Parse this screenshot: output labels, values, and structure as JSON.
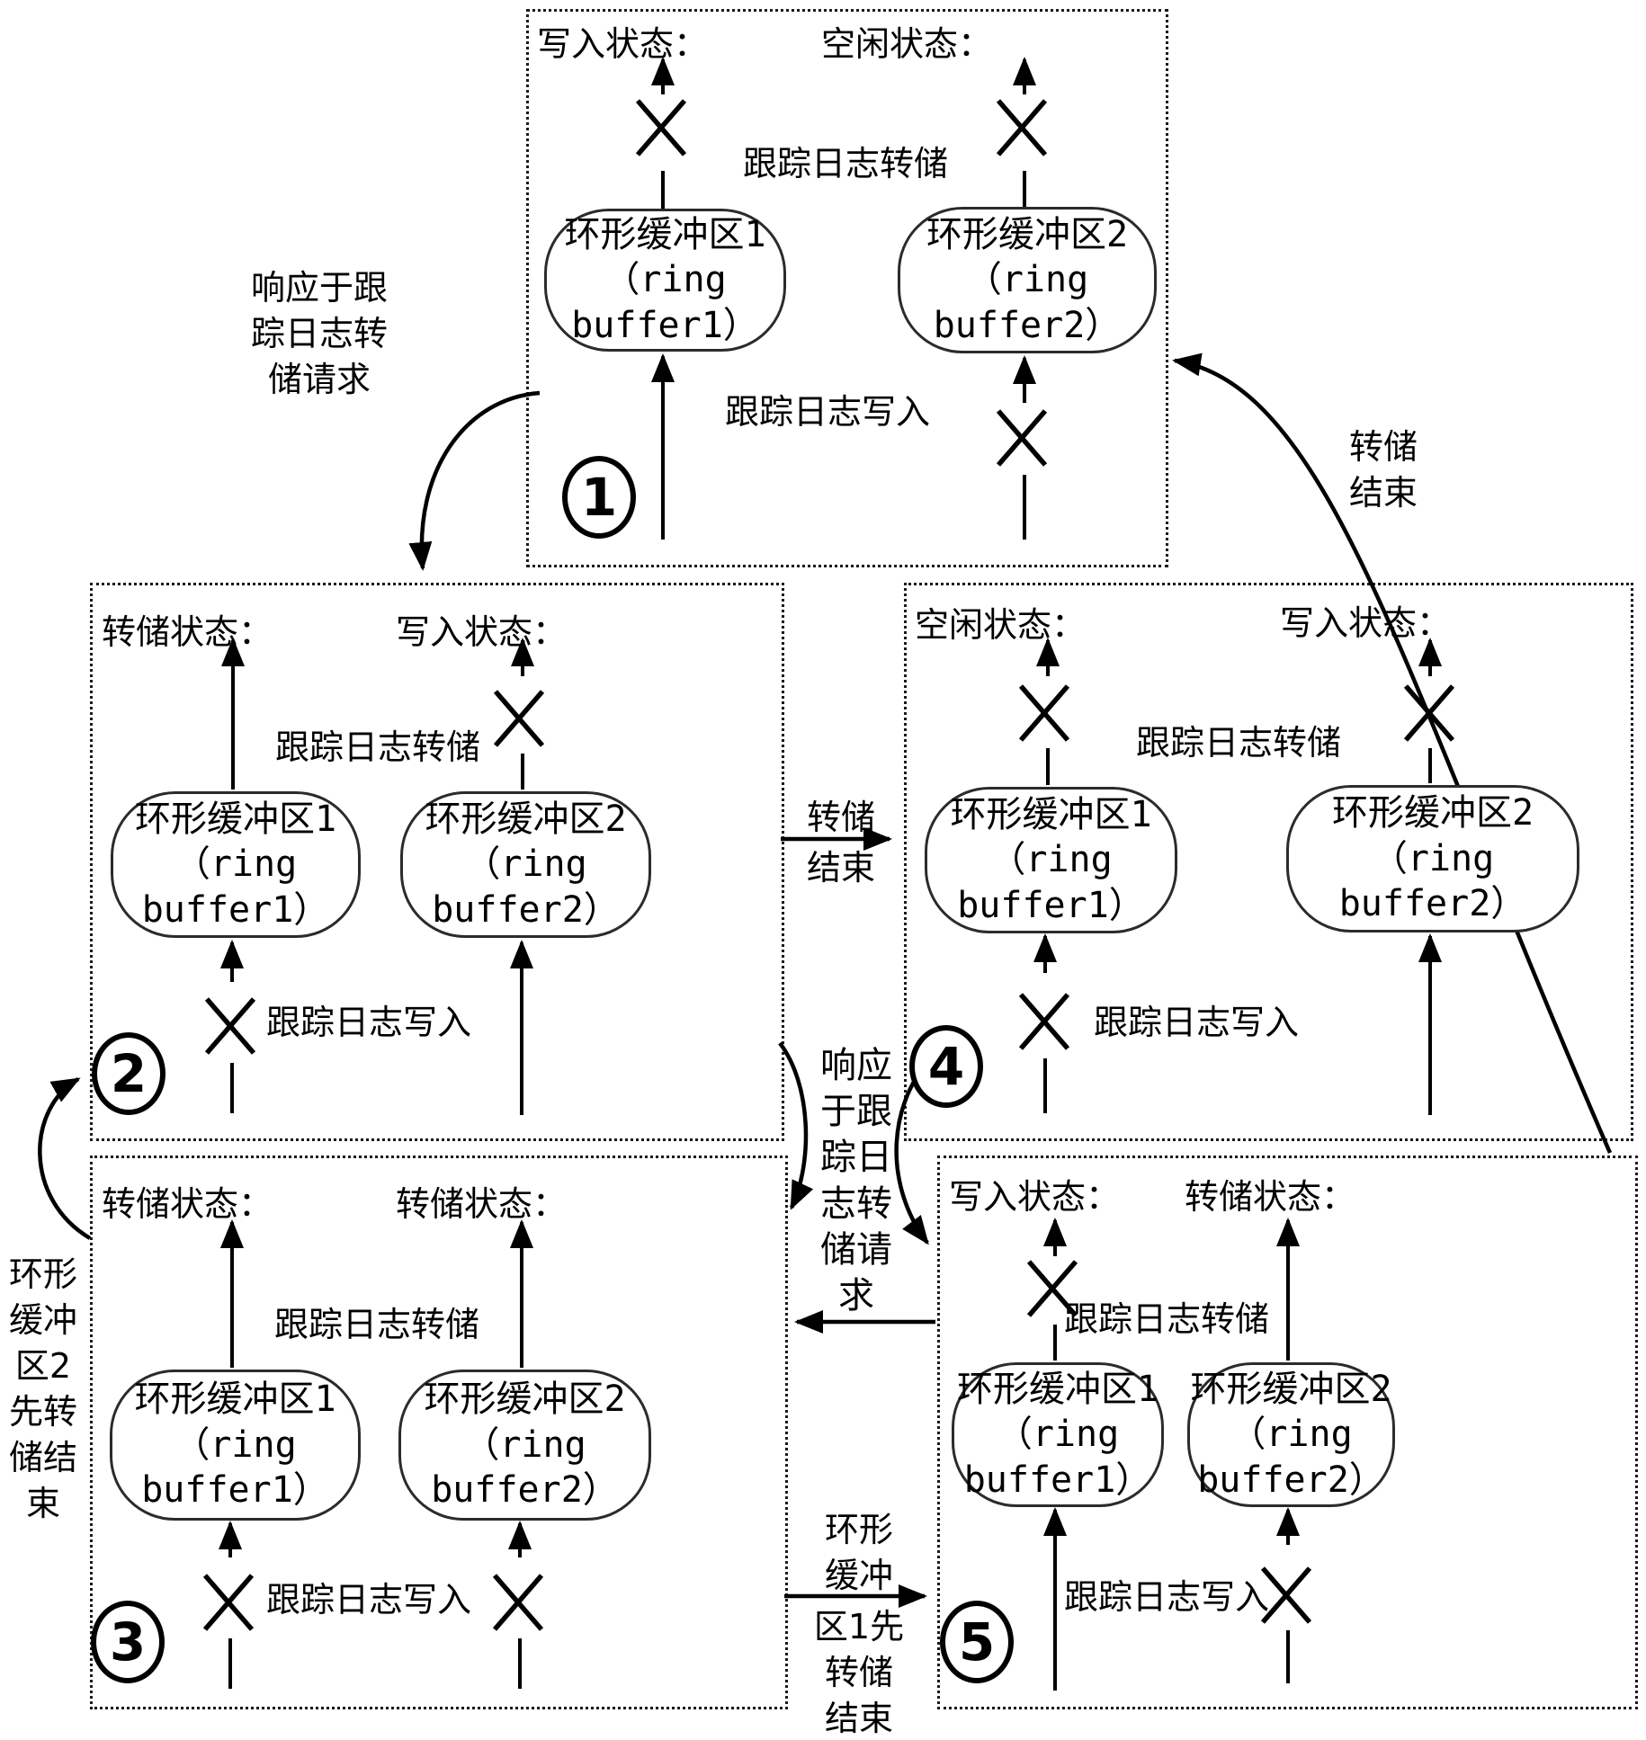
{
  "panels": [
    {
      "number": "1",
      "left_state": "写入状态：",
      "right_state": "空闲状态：",
      "dump_label": "跟踪日志转储",
      "write_label": "跟踪日志写入",
      "buffer1": "环形缓冲区1\n（ring\nbuffer1）",
      "buffer2": "环形缓冲区2\n（ring\nbuffer2）"
    },
    {
      "number": "2",
      "left_state": "转储状态：",
      "right_state": "写入状态：",
      "dump_label": "跟踪日志转储",
      "write_label": "跟踪日志写入",
      "buffer1": "环形缓冲区1\n（ring\nbuffer1）",
      "buffer2": "环形缓冲区2\n（ring\nbuffer2）"
    },
    {
      "number": "3",
      "left_state": "转储状态：",
      "right_state": "转储状态：",
      "dump_label": "跟踪日志转储",
      "write_label": "跟踪日志写入",
      "buffer1": "环形缓冲区1\n（ring\nbuffer1）",
      "buffer2": "环形缓冲区2\n（ring\nbuffer2）"
    },
    {
      "number": "4",
      "left_state": "空闲状态：",
      "right_state": "写入状态：",
      "dump_label": "跟踪日志转储",
      "write_label": "跟踪日志写入",
      "buffer1": "环形缓冲区1\n（ring\nbuffer1）",
      "buffer2": "环形缓冲区2\n（ring\nbuffer2）"
    },
    {
      "number": "5",
      "left_state": "写入状态：",
      "right_state": "转储状态：",
      "dump_label": "跟踪日志转储",
      "write_label": "跟踪日志写入",
      "buffer1": "环形缓冲区1\n（ring\nbuffer1）",
      "buffer2": "环形缓冲区2\n（ring\nbuffer2）"
    }
  ],
  "transitions": {
    "request_1to2": "响应于跟\n踪日志转\n储请求",
    "dump_end_top": "转储",
    "dump_end_bottom": "结束",
    "mid_request": "响应\n于跟\n踪日\n志转\n储请\n求",
    "buffer2_first": "环形\n缓冲\n区2\n先转\n储结\n束",
    "buffer1_first_top": "环形\n缓冲",
    "buffer1_first_bottom": "区1先\n转储\n结束",
    "dump_end_arc": "转储\n结束"
  }
}
